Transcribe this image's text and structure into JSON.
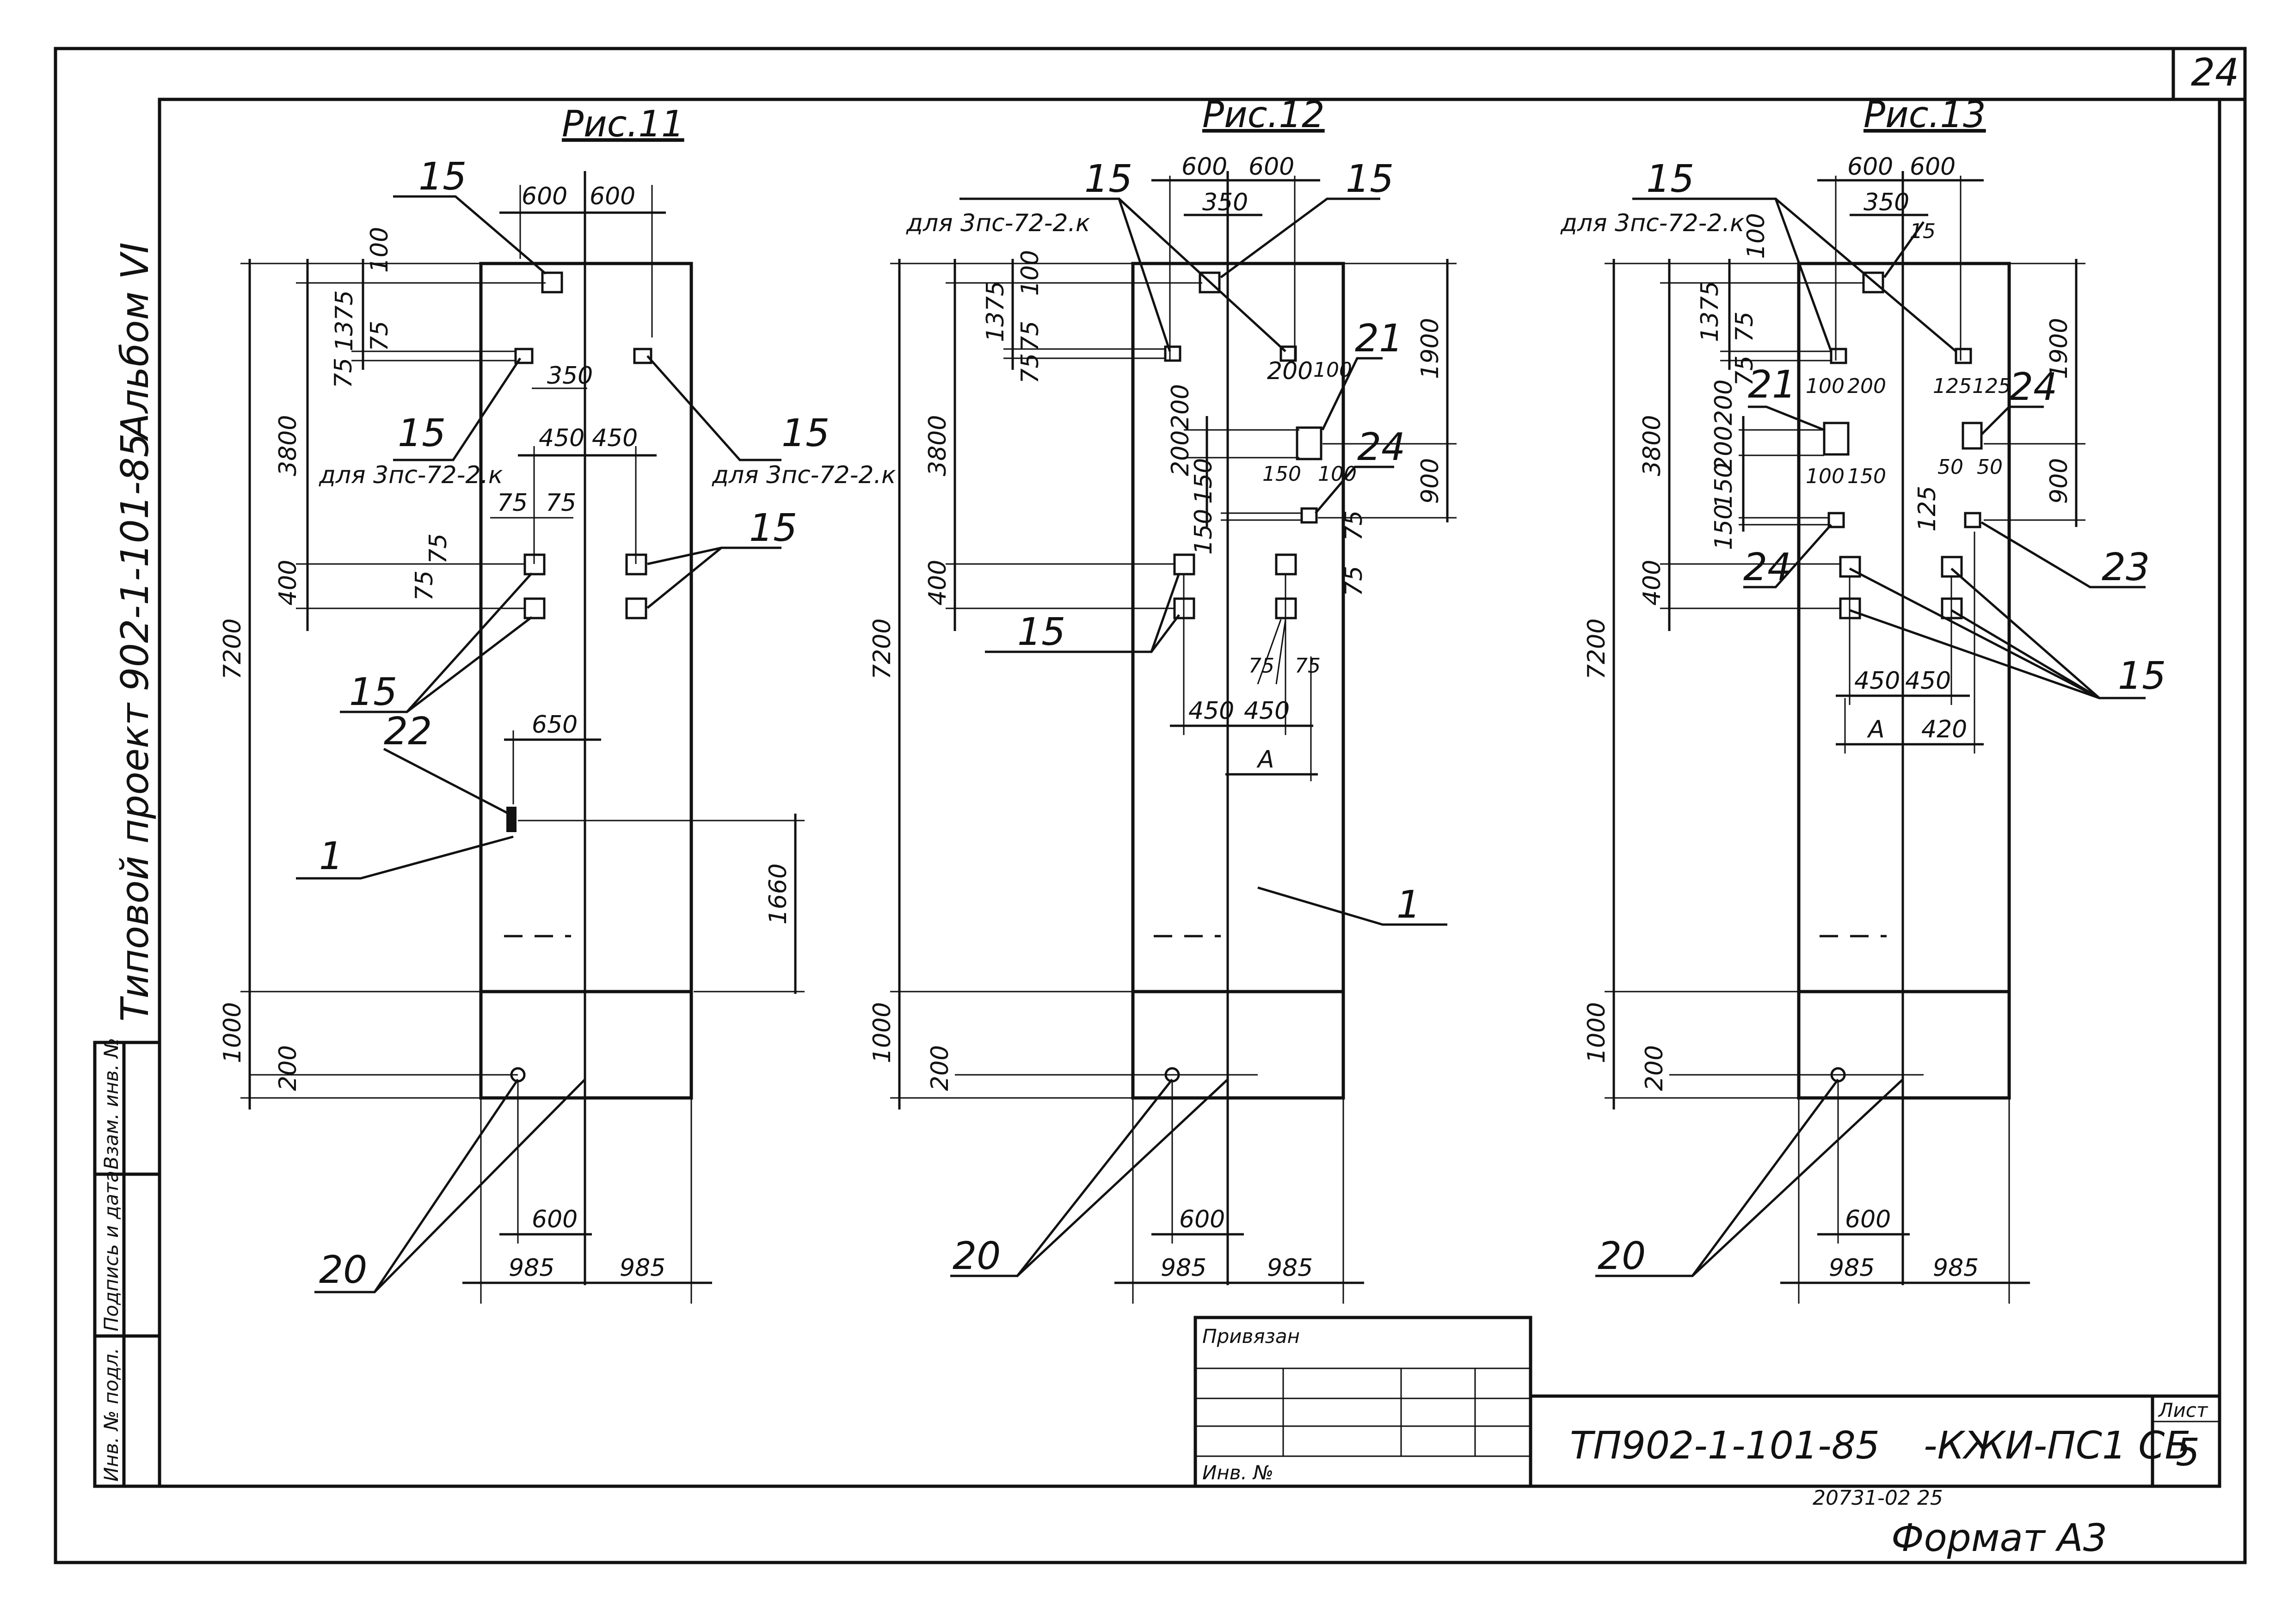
{
  "sheet": {
    "page_number": "24",
    "album": "Альбом VI",
    "project": "Типовой проект 902-1-101-85",
    "designation": "ТП902-1-101-85",
    "designation_suffix": "-КЖИ-ПС1 СБ",
    "sheet_label": "Лист",
    "sheet_number": "5",
    "code": "20731-02   25",
    "format": "Формат А3"
  },
  "title_block": {
    "bound_label": "Привязан",
    "inv_label": "Инв. №"
  },
  "side_stamp": {
    "cell1": "Инв. № подл.",
    "cell2": "Подпись и дата",
    "cell3": "Взам. инв. №"
  },
  "fig11": {
    "title": "Рис.11",
    "top_dims": [
      "600",
      "600"
    ],
    "d350": "350",
    "d450a": "450",
    "d450b": "450",
    "d75a": "75",
    "d75b": "75",
    "d650": "650",
    "d600b": "600",
    "d985a": "985",
    "d985b": "985",
    "left_100": "100",
    "left_1375": "1375",
    "left_75a": "75",
    "left_75b": "75",
    "left_3800": "3800",
    "left_75c": "75",
    "left_75d": "75",
    "left_400": "400",
    "left_7200": "7200",
    "left_1000": "1000",
    "left_200": "200",
    "right_1660": "1660",
    "lbl_15a": "15",
    "lbl_15b": "15",
    "lbl_15c": "15",
    "lbl_15d": "15",
    "lbl_15e": "15",
    "lbl_22": "22",
    "lbl_1": "1",
    "lbl_20": "20",
    "note_a": "для 3пс-72-2.к",
    "note_b": "для 3пс-72-2.к"
  },
  "fig12": {
    "title": "Рис.12",
    "top_dims": [
      "600",
      "600"
    ],
    "d350": "350",
    "note": "для 3пс-72-2.к",
    "lbl_15a": "15",
    "lbl_15b": "15",
    "lbl_15c": "15",
    "lbl_21": "21",
    "lbl_24": "24",
    "lbl_1": "1",
    "lbl_20": "20",
    "d200a": "200",
    "d100a": "100",
    "d150": "150",
    "d100b": "100",
    "d75a": "75",
    "d75b": "75",
    "d75c": "75",
    "d75d": "75",
    "d450a": "450",
    "d450b": "450",
    "dA": "А",
    "d600b": "600",
    "d985a": "985",
    "d985b": "985",
    "left_1375": "1375",
    "left_100": "100",
    "left_75a": "75",
    "left_75b": "75",
    "left_3800": "3800",
    "left_400": "400",
    "left_7200": "7200",
    "left_1000": "1000",
    "left_200": "200",
    "mid_200a": "200",
    "mid_200b": "200",
    "mid_150a": "150",
    "mid_150b": "150",
    "right_1900": "1900",
    "right_900": "900"
  },
  "fig13": {
    "title": "Рис.13",
    "top_dims": [
      "600",
      "600"
    ],
    "d350": "350",
    "note": "для 3пс-72-2.к",
    "lbl_15a": "15",
    "lbl_15b": "15",
    "lbl_15c": "15",
    "lbl_21": "21",
    "lbl_24a": "24",
    "lbl_24b": "24",
    "lbl_23": "23",
    "lbl_20": "20",
    "d100a": "100",
    "d200a": "200",
    "d100b": "100",
    "d150a": "150",
    "d125a": "125",
    "d125b": "125",
    "d50a": "50",
    "d50b": "50",
    "d125c": "125",
    "d450a": "450",
    "d450b": "450",
    "dA": "А",
    "d420": "420",
    "d600b": "600",
    "d985a": "985",
    "d985b": "985",
    "left_100": "100",
    "left_1375": "1375",
    "left_75a": "75",
    "left_75b": "75",
    "left_3800": "3800",
    "left_400": "400",
    "left_7200": "7200",
    "left_1000": "1000",
    "left_200": "200",
    "mid_200a": "200",
    "mid_200b": "200",
    "mid_150a": "150",
    "mid_150b": "150",
    "right_1900": "1900",
    "right_900": "900"
  }
}
